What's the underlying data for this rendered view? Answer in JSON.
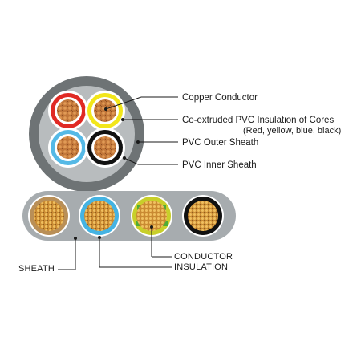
{
  "round_cable": {
    "labels": {
      "copper_conductor": "Copper Conductor",
      "insulation_of_cores": "Co-extruded PVC Insulation of Cores",
      "core_colors": "(Red, yellow, blue, black)",
      "outer_sheath": "PVC Outer Sheath",
      "inner_sheath": "PVC Inner Sheath"
    },
    "colors": {
      "outer_sheath": "#6e7375",
      "inner_sheath": "#b8bcbe",
      "red": "#e02a24",
      "yellow": "#f2e61a",
      "blue": "#55b9e6",
      "black": "#111111",
      "copper": "#c87a3c"
    }
  },
  "flat_cable": {
    "labels": {
      "sheath": "SHEATH",
      "conductor": "CONDUCTOR",
      "insulation": "INSULATION"
    },
    "colors": {
      "sheath": "#a7acaf",
      "tan": "#b98f57",
      "blue": "#45b3e2",
      "yellow_green": "#c8cf2a",
      "black": "#111111",
      "copper": "#d29a3a"
    }
  }
}
